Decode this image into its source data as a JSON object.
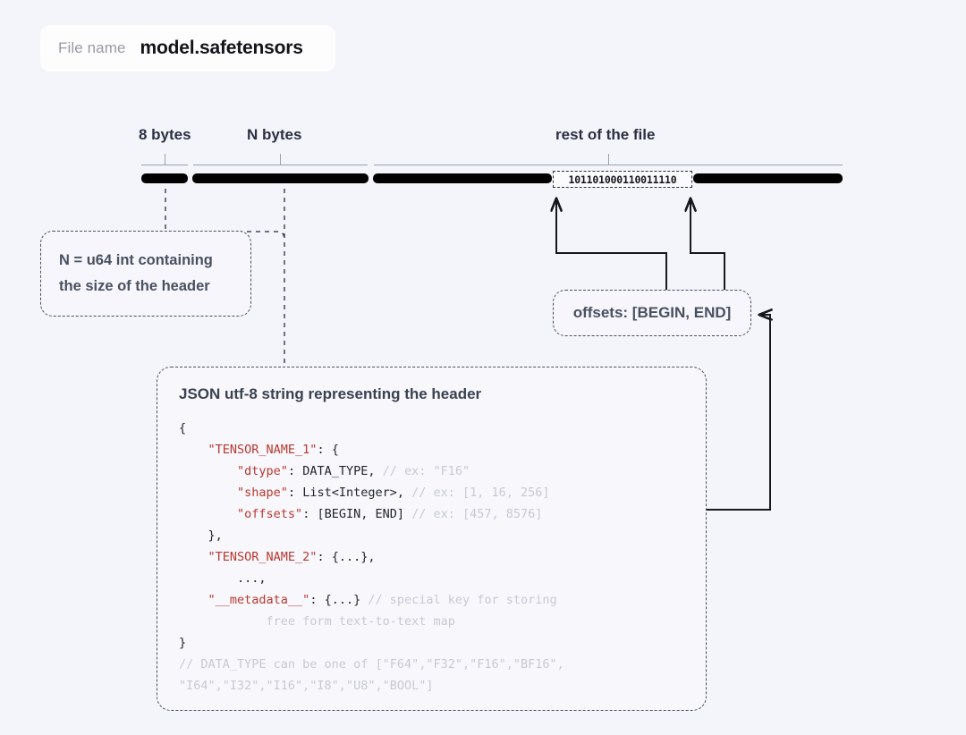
{
  "file": {
    "label": "File name",
    "value": "model.safetensors"
  },
  "ruler": {
    "segments": [
      {
        "label": "8 bytes"
      },
      {
        "label": "N bytes"
      },
      {
        "label": "rest of the file"
      }
    ],
    "binary_sample": "101101000110011110"
  },
  "callouts": {
    "n_header": {
      "line1": "N = u64 int containing",
      "line2": "the size of the header"
    },
    "offsets": {
      "text": "offsets: [BEGIN, END]"
    }
  },
  "json_block": {
    "title": "JSON utf-8 string representing the header",
    "lines": [
      {
        "indent": 0,
        "parts": [
          {
            "t": "{",
            "c": "p"
          }
        ]
      },
      {
        "indent": 1,
        "parts": [
          {
            "t": "\"TENSOR_NAME_1\"",
            "c": "k"
          },
          {
            "t": ": {",
            "c": "p"
          }
        ]
      },
      {
        "indent": 2,
        "parts": [
          {
            "t": "\"dtype\"",
            "c": "k"
          },
          {
            "t": ": DATA_TYPE, ",
            "c": "p"
          },
          {
            "t": "// ex: \"F16\"",
            "c": "c"
          }
        ]
      },
      {
        "indent": 2,
        "parts": [
          {
            "t": "\"shape\"",
            "c": "k"
          },
          {
            "t": ": List<Integer>, ",
            "c": "p"
          },
          {
            "t": "// ex: [1, 16, 256]",
            "c": "c"
          }
        ]
      },
      {
        "indent": 2,
        "parts": [
          {
            "t": "\"offsets\"",
            "c": "k"
          },
          {
            "t": ": [BEGIN, END] ",
            "c": "p"
          },
          {
            "t": "// ex: [457, 8576]",
            "c": "c"
          }
        ]
      },
      {
        "indent": 1,
        "parts": [
          {
            "t": "},",
            "c": "p"
          }
        ]
      },
      {
        "indent": 1,
        "parts": [
          {
            "t": "\"TENSOR_NAME_2\"",
            "c": "k"
          },
          {
            "t": ": {...},",
            "c": "p"
          }
        ]
      },
      {
        "indent": 2,
        "parts": [
          {
            "t": "...,",
            "c": "p"
          }
        ]
      },
      {
        "indent": 1,
        "parts": [
          {
            "t": "\"__metadata__\"",
            "c": "k"
          },
          {
            "t": ": {...} ",
            "c": "p"
          },
          {
            "t": "// special key for storing",
            "c": "c"
          }
        ]
      },
      {
        "indent": 5,
        "parts": [
          {
            "t": "    free form text-to-text map",
            "c": "c"
          }
        ]
      },
      {
        "indent": 0,
        "parts": [
          {
            "t": "}",
            "c": "p"
          }
        ]
      },
      {
        "indent": 0,
        "parts": [
          {
            "t": "// DATA_TYPE can be one of [\"F64\",\"F32\",\"F16\",\"BF16\",",
            "c": "c"
          }
        ]
      },
      {
        "indent": 0,
        "parts": [
          {
            "t": "\"I64\",\"I32\",\"I16\",\"I8\",\"U8\",\"BOOL\"]",
            "c": "c"
          }
        ]
      }
    ]
  },
  "colors": {
    "background": "#f4f4fb",
    "bar": "#000000",
    "key_red": "#b9382f",
    "comment_gray": "#c9c9d4",
    "text_slate": "#4a5060",
    "dashed_border": "#4a4f5e"
  }
}
